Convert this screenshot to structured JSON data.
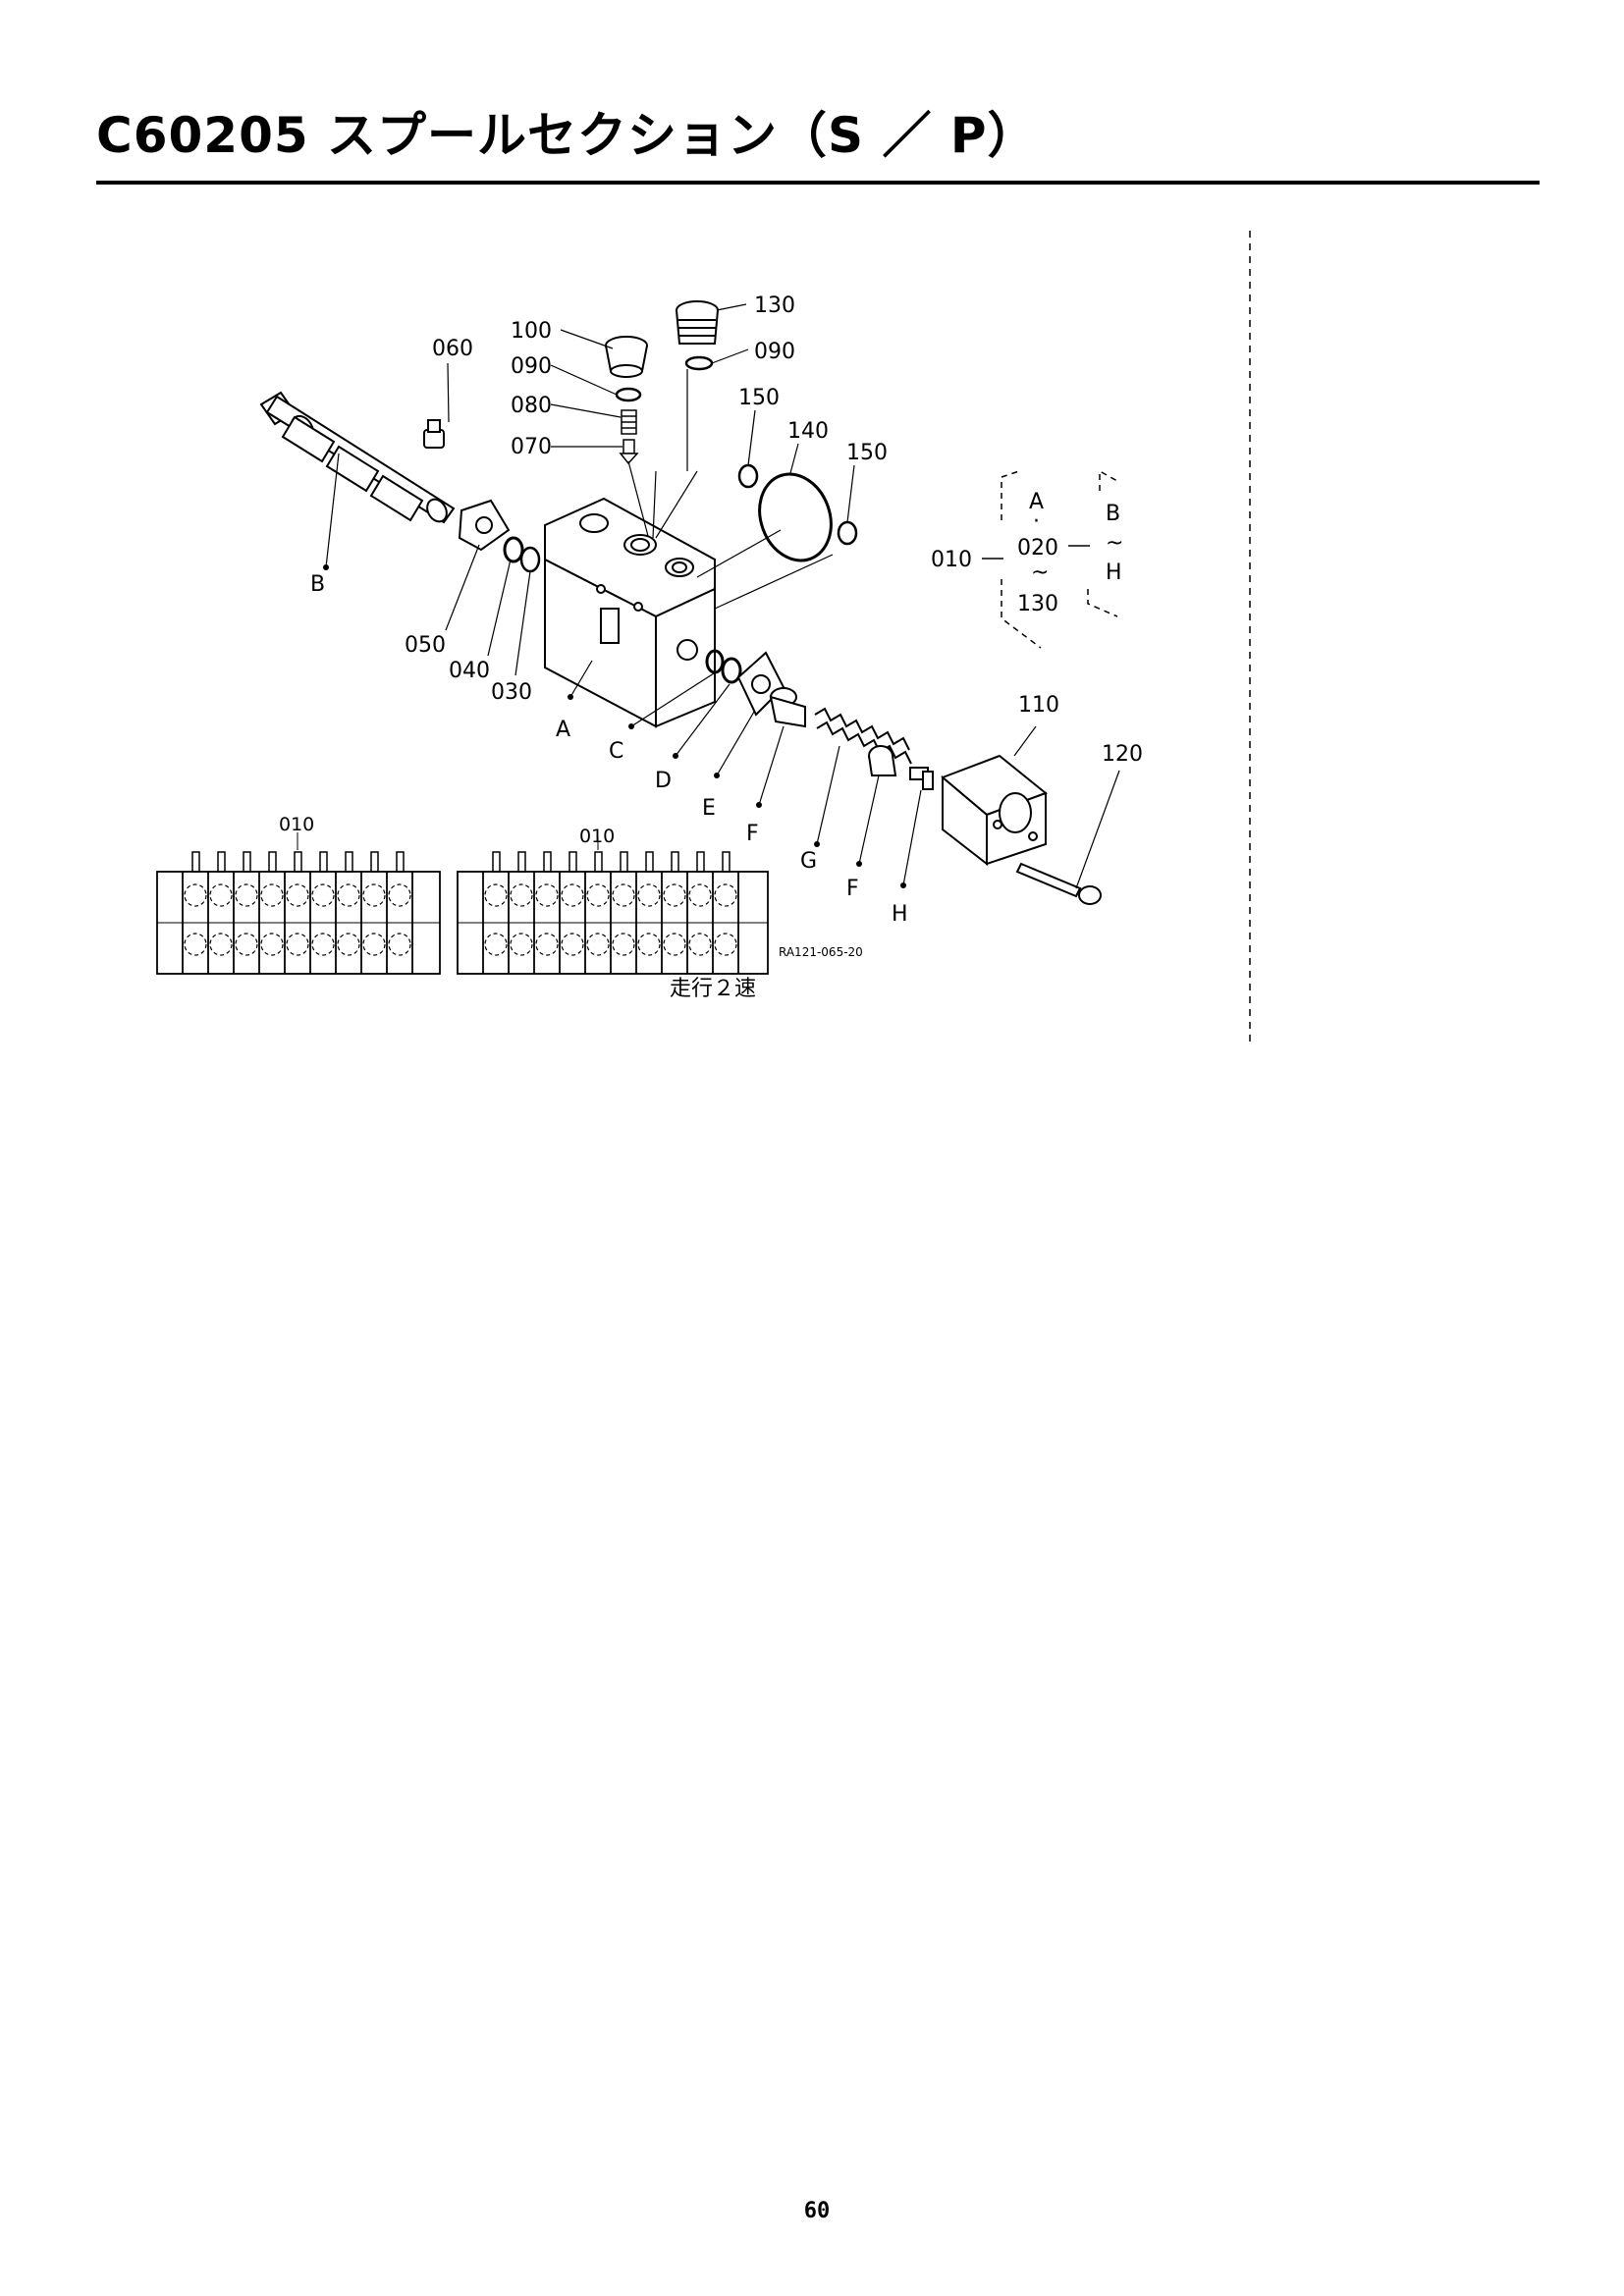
{
  "page": {
    "title": "C60205 スプールセクション（S ／ P）",
    "number": "60"
  },
  "diagram": {
    "ref_code": "RA121-065-20",
    "travel_label": "走行２速",
    "legend": {
      "main": "010",
      "range_top": "A",
      "range_dot": "·",
      "range_mid": "020",
      "range_tilde": "~",
      "range_bottom": "130",
      "sub_top": "B",
      "sub_tilde": "~",
      "sub_bottom": "H"
    },
    "callouts": {
      "p130": "130",
      "p090a": "090",
      "p090b": "090",
      "p100": "100",
      "p060": "060",
      "p080": "080",
      "p070": "070",
      "p150a": "150",
      "p140": "140",
      "p150b": "150",
      "pB_left": "B",
      "p050": "050",
      "p040": "040",
      "p030": "030",
      "pA": "A",
      "pC": "C",
      "pD": "D",
      "pE": "E",
      "pF1": "F",
      "pG": "G",
      "pF2": "F",
      "pH": "H",
      "p110": "110",
      "p120": "120",
      "p010_left": "010",
      "p010_right": "010"
    }
  }
}
